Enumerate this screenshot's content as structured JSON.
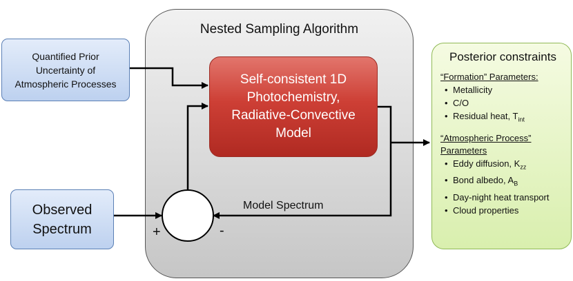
{
  "nested_box": {
    "title": "Nested Sampling Algorithm"
  },
  "prior_box": {
    "lines": [
      "Quantified Prior",
      "Uncertainty of",
      "Atmospheric Processes"
    ]
  },
  "observed_box": {
    "lines": [
      "Observed",
      "Spectrum"
    ]
  },
  "model_box": {
    "lines": [
      "Self-consistent 1D",
      "Photochemistry,",
      "Radiative-Convective",
      "Model"
    ]
  },
  "feedback_label": "Model Spectrum",
  "summing_junction": {
    "plus": "+",
    "minus": "-"
  },
  "posterior": {
    "title": "Posterior constraints",
    "formation": {
      "heading": "“Formation” Parameters:",
      "items": [
        "Metallicity",
        "C/O",
        "Residual heat, T"
      ],
      "residual_sub": "int"
    },
    "atmospheric": {
      "heading_lines": [
        "“Atmospheric Process”",
        "Parameters"
      ],
      "items": [
        "Eddy diffusion, K",
        "Bond albedo, A",
        "Day-night heat transport",
        "Cloud properties"
      ],
      "eddy_sub": "zz",
      "albedo_sub": "B"
    }
  },
  "colors": {
    "model_fill": "#cd3f35",
    "input_fill": "#bdd1ef",
    "output_fill": "#d9efae",
    "container_fill": "#dadada"
  }
}
